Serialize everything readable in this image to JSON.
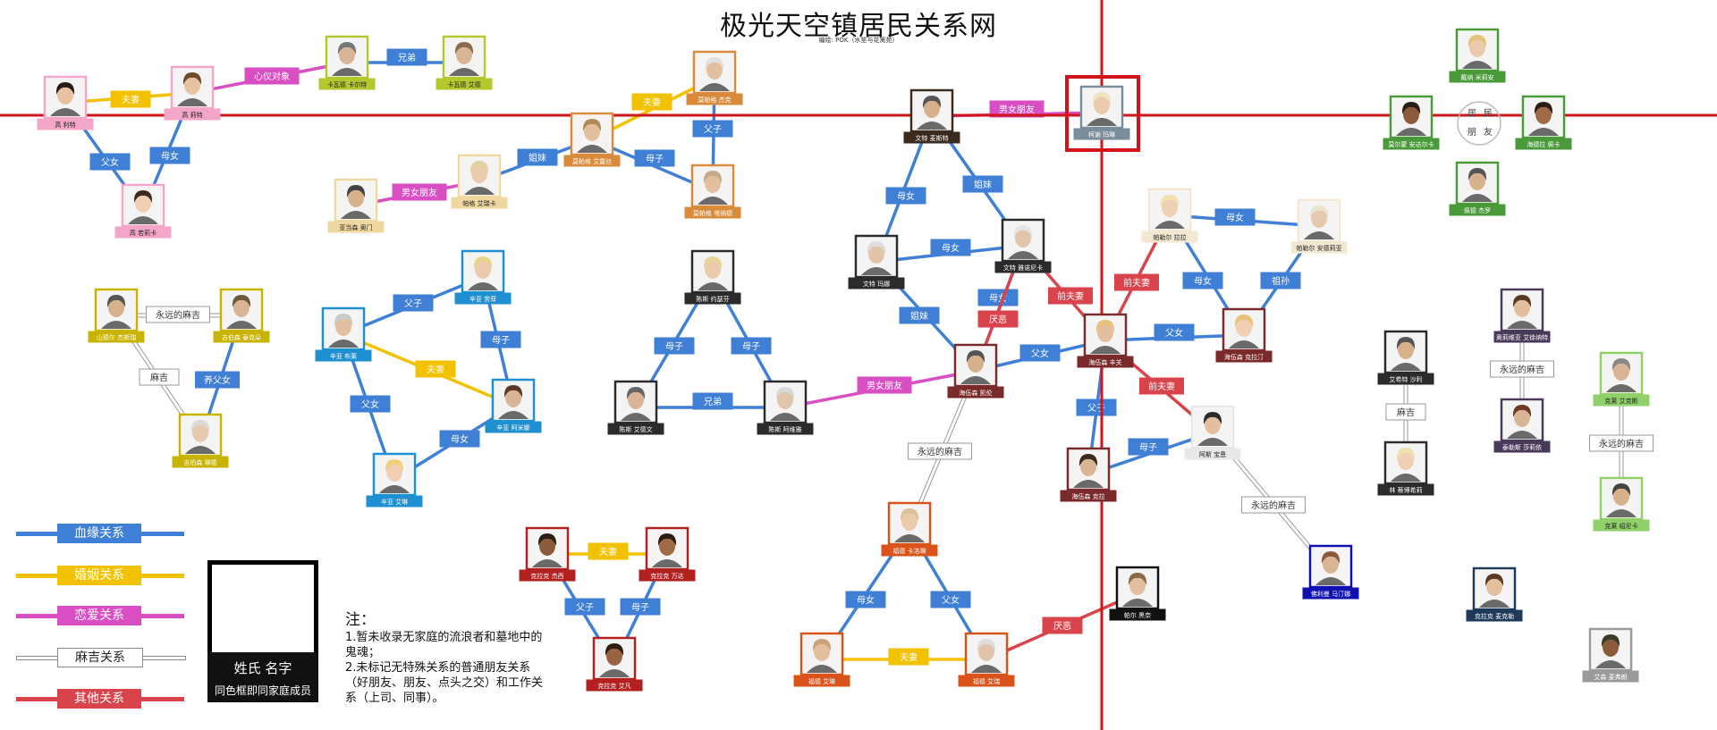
{
  "title": "极光天空镇居民关系网",
  "subtitle": "编绘: POK（水笙与花篱苑）",
  "colors": {
    "blood": "#3f7fd6",
    "marriage": "#f2c200",
    "romance": "#d94fc3",
    "friend": "#ffffff",
    "other": "#d9434b",
    "highlight": "#d0141a"
  },
  "legend": [
    {
      "key": "blood",
      "label": "血缘关系"
    },
    {
      "key": "marriage",
      "label": "婚姻关系"
    },
    {
      "key": "romance",
      "label": "恋爱关系"
    },
    {
      "key": "friend",
      "label": "麻吉关系"
    },
    {
      "key": "other",
      "label": "其他关系"
    }
  ],
  "name_box": {
    "line1": "姓氏 名字",
    "line2": "同色框即同家庭成员"
  },
  "notes": {
    "header": "注：",
    "line1": "1.暂未收录无家庭的流浪者和墓地中的鬼魂；",
    "line2": "2.未标记无特殊关系的普通朋友关系（好朋友、朋友、点头之交）和工作关系（上司、同事）。"
  },
  "friend_ring": {
    "tl": "居",
    "tr": "民",
    "bl": "朋",
    "br": "友"
  },
  "nodes": [
    {
      "id": "p1",
      "name": "高 利特",
      "family": "#f4a6c8",
      "hair": "#2a1d18",
      "skin": "#e8c2a0"
    },
    {
      "id": "p2",
      "name": "高 莉特",
      "family": "#f4a6c8",
      "hair": "#6b4a2e",
      "skin": "#e8c2a0"
    },
    {
      "id": "p3",
      "name": "高 若莉卡",
      "family": "#f4a6c8",
      "hair": "#3b2a1e",
      "skin": "#f0cfb2"
    },
    {
      "id": "p4",
      "name": "卡瓦德 卡尔特",
      "family": "#b4c82e",
      "hair": "#777777",
      "skin": "#d9b596"
    },
    {
      "id": "p5",
      "name": "卡瓦德 艾德",
      "family": "#b4c82e",
      "hair": "#8a6a4a",
      "skin": "#d9b596"
    },
    {
      "id": "p6",
      "name": "亚当森 奥门",
      "family": "#efd7a0",
      "hair": "#444444",
      "skin": "#d7b08c"
    },
    {
      "id": "p7",
      "name": "帕格 艾瑞卡",
      "family": "#efd7a0",
      "hair": "#e2d3a3",
      "skin": "#eccbad"
    },
    {
      "id": "p8",
      "name": "莫帕格 艾露丝",
      "family": "#d98a3a",
      "hair": "#b08a5a",
      "skin": "#e3bfa0"
    },
    {
      "id": "p9",
      "name": "莫帕格 杰克",
      "family": "#d98a3a",
      "hair": "#e0e0e0",
      "skin": "#e3bfa0"
    },
    {
      "id": "p10",
      "name": "莫帕格 塔纳德",
      "family": "#d98a3a",
      "hair": "#c7a989",
      "skin": "#e3bfa0"
    },
    {
      "id": "p11",
      "name": "文特 麦斯特",
      "family": "#3b2a1e",
      "hair": "#555555",
      "skin": "#d7b08c"
    },
    {
      "id": "p12",
      "name": "柯谢 玛琳",
      "family": "#7a8d9a",
      "hair": "#efe3c0",
      "skin": "#eccbad"
    },
    {
      "id": "p13",
      "name": "文特 玛娜",
      "family": "#2b2b2b",
      "hair": "#dddddd",
      "skin": "#e2c4ab"
    },
    {
      "id": "p14",
      "name": "文特 雅诺尼卡",
      "family": "#2b2b2b",
      "hair": "#e6e6e6",
      "skin": "#e2c4ab"
    },
    {
      "id": "p15",
      "name": "海伍森 凯伦",
      "family": "#7a2a2a",
      "hair": "#555555",
      "skin": "#d7b08c"
    },
    {
      "id": "p16",
      "name": "海伍森 丰关",
      "family": "#7a2a2a",
      "hair": "#e8c27a",
      "skin": "#e3bfa0"
    },
    {
      "id": "p17",
      "name": "海伍森 克拉",
      "family": "#7a2a2a",
      "hair": "#3b2a1e",
      "skin": "#d9b596"
    },
    {
      "id": "p18",
      "name": "海伍森 克拉汀",
      "family": "#7a2a2a",
      "hair": "#e8c27a",
      "skin": "#f0cfb2"
    },
    {
      "id": "p19",
      "name": "帕勒尔 拉拉",
      "family": "#f2e8d2",
      "hair": "#f1e0b0",
      "skin": "#f0d0b4"
    },
    {
      "id": "p20",
      "name": "帕勒尔 安德莉亚",
      "family": "#f2e8d2",
      "hair": "#e9e2cc",
      "skin": "#e6c8ae"
    },
    {
      "id": "p21",
      "name": "阿斯 宝恩",
      "family": "#e8e8e8",
      "hair": "#2b2b2b",
      "skin": "#e3bfa0"
    },
    {
      "id": "p22",
      "name": "陈斯 约瑟芬",
      "family": "#2b2b2b",
      "hair": "#e8d39a",
      "skin": "#eccbad"
    },
    {
      "id": "p23",
      "name": "陈斯 艾德文",
      "family": "#2b2b2b",
      "hair": "#666666",
      "skin": "#d9b596"
    },
    {
      "id": "p24",
      "name": "陈斯 阿维雅",
      "family": "#2b2b2b",
      "hair": "#d8d8d8",
      "skin": "#e2c4ab"
    },
    {
      "id": "p25",
      "name": "辛亚 劳菲",
      "family": "#1e8fd0",
      "hair": "#e6d48a",
      "skin": "#eccbad"
    },
    {
      "id": "p26",
      "name": "辛亚 布莱",
      "family": "#1e8fd0",
      "hair": "#c9c9c9",
      "skin": "#e3bfa0"
    },
    {
      "id": "p27",
      "name": "辛亚 阿米娜",
      "family": "#1e8fd0",
      "hair": "#5a3a26",
      "skin": "#d9b596"
    },
    {
      "id": "p28",
      "name": "辛亚 艾琳",
      "family": "#1e8fd0",
      "hair": "#f0d27a",
      "skin": "#f0cfb2"
    },
    {
      "id": "p29",
      "name": "山德尔 杰斯瑞",
      "family": "#c8b400",
      "hair": "#555555",
      "skin": "#d7b08c"
    },
    {
      "id": "p30",
      "name": "吉伯森 泰克朵",
      "family": "#c8b400",
      "hair": "#6b5a3a",
      "skin": "#d9b596"
    },
    {
      "id": "p31",
      "name": "吉伯森 琳德",
      "family": "#c8b400",
      "hair": "#d9d9d9",
      "skin": "#e6c8ae"
    },
    {
      "id": "p32",
      "name": "克拉克 杰西",
      "family": "#b32020",
      "hair": "#2b1d14",
      "skin": "#8a5a3a"
    },
    {
      "id": "p33",
      "name": "克拉克 万达",
      "family": "#b32020",
      "hair": "#2b1d14",
      "skin": "#a06a46"
    },
    {
      "id": "p34",
      "name": "克拉克 艾凡",
      "family": "#b32020",
      "hair": "#2b1d14",
      "skin": "#9a6442"
    },
    {
      "id": "p35",
      "name": "福德 卡洛琳",
      "family": "#d9531a",
      "hair": "#d9c29a",
      "skin": "#eccbad"
    },
    {
      "id": "p36",
      "name": "福德 艾琳",
      "family": "#d9531a",
      "hair": "#c9a27a",
      "skin": "#e3bfa0"
    },
    {
      "id": "p37",
      "name": "福德 艾瑞",
      "family": "#d9531a",
      "hair": "#dddddd",
      "skin": "#e2c4ab"
    },
    {
      "id": "p38",
      "name": "帕尔 黑奈",
      "family": "#111111",
      "hair": "#8a6a4a",
      "skin": "#e3bfa0"
    },
    {
      "id": "p39",
      "name": "佛利曼 马汀娜",
      "family": "#1010b0",
      "hair": "#8a5a3a",
      "skin": "#d9b596"
    },
    {
      "id": "p40",
      "name": "戴纳 米莉安",
      "family": "#4a9a3a",
      "hair": "#e6c27a",
      "skin": "#eccbad"
    },
    {
      "id": "p41",
      "name": "莫尔蒙 安达尔卡",
      "family": "#4a9a3a",
      "hair": "#2b1d14",
      "skin": "#8a5a3a"
    },
    {
      "id": "p42",
      "name": "海德拉 佩卡",
      "family": "#4a9a3a",
      "hair": "#2b1d14",
      "skin": "#a06a46"
    },
    {
      "id": "p43",
      "name": "佩德 杰罗",
      "family": "#4a9a3a",
      "hair": "#555555",
      "skin": "#d7b08c"
    },
    {
      "id": "p44",
      "name": "奥莉维亚 艾徐纳特",
      "family": "#4a3a5a",
      "hair": "#5a3a26",
      "skin": "#e3bfa0"
    },
    {
      "id": "p45",
      "name": "泰勒斯 莎莉依",
      "family": "#4a3a5a",
      "hair": "#6b3a26",
      "skin": "#d9b596"
    },
    {
      "id": "p46",
      "name": "艾希特 沙利",
      "family": "#2b2b2b",
      "hair": "#555555",
      "skin": "#d7b08c"
    },
    {
      "id": "p47",
      "name": "林 蔡博希莉",
      "family": "#2b2b2b",
      "hair": "#f0e0b0",
      "skin": "#f0d0b4"
    },
    {
      "id": "p48",
      "name": "克莱 艾克斯",
      "family": "#8fd06a",
      "hair": "#888888",
      "skin": "#d9b596"
    },
    {
      "id": "p49",
      "name": "克莱 绍尼卡",
      "family": "#8fd06a",
      "hair": "#444444",
      "skin": "#d7b08c"
    },
    {
      "id": "p50",
      "name": "克拉克 麦克勒",
      "family": "#1e3a5a",
      "hair": "#5a3a26",
      "skin": "#e3bfa0"
    },
    {
      "id": "p51",
      "name": "艾森 麦弗朗",
      "family": "#9a9a9a",
      "hair": "#3a3a2a",
      "skin": "#8a5a3a"
    }
  ],
  "edges": [
    {
      "a": "p1",
      "b": "p2",
      "type": "marriage",
      "label": "夫妻"
    },
    {
      "a": "p2",
      "b": "p4",
      "type": "romance",
      "label": "心仪对象"
    },
    {
      "a": "p4",
      "b": "p5",
      "type": "blood",
      "label": "兄弟"
    },
    {
      "a": "p1",
      "b": "p3",
      "type": "blood",
      "label": "父女"
    },
    {
      "a": "p2",
      "b": "p3",
      "type": "blood",
      "label": "母女"
    },
    {
      "a": "p6",
      "b": "p7",
      "type": "romance",
      "label": "男女朋友"
    },
    {
      "a": "p7",
      "b": "p8",
      "type": "blood",
      "label": "姐妹"
    },
    {
      "a": "p8",
      "b": "p9",
      "type": "marriage",
      "label": "夫妻"
    },
    {
      "a": "p9",
      "b": "p10",
      "type": "blood",
      "label": "父子"
    },
    {
      "a": "p8",
      "b": "p10",
      "type": "blood",
      "label": "母子"
    },
    {
      "a": "p11",
      "b": "p12",
      "type": "romance",
      "label": "男女朋友"
    },
    {
      "a": "p11",
      "b": "p13",
      "type": "blood",
      "label": "母女"
    },
    {
      "a": "p11",
      "b": "p14",
      "type": "blood",
      "label": "姐妹"
    },
    {
      "a": "p13",
      "b": "p14",
      "type": "blood",
      "label": "母女"
    },
    {
      "a": "p13",
      "b": "p15",
      "type": "blood",
      "label": "姐妹"
    },
    {
      "a": "p14",
      "b": "p15",
      "type": "blood",
      "label": "母女"
    },
    {
      "a": "p14",
      "b": "p15",
      "type": "other",
      "label": "厌恶"
    },
    {
      "a": "p14",
      "b": "p16",
      "type": "other",
      "label": "前夫妻"
    },
    {
      "a": "p15",
      "b": "p16",
      "type": "blood",
      "label": "父女"
    },
    {
      "a": "p19",
      "b": "p16",
      "type": "other",
      "label": "前夫妻"
    },
    {
      "a": "p19",
      "b": "p20",
      "type": "blood",
      "label": "母女"
    },
    {
      "a": "p19",
      "b": "p18",
      "type": "blood",
      "label": "母女"
    },
    {
      "a": "p20",
      "b": "p18",
      "type": "blood",
      "label": "祖孙"
    },
    {
      "a": "p16",
      "b": "p18",
      "type": "blood",
      "label": "父女"
    },
    {
      "a": "p16",
      "b": "p21",
      "type": "other",
      "label": "前夫妻"
    },
    {
      "a": "p16",
      "b": "p17",
      "type": "blood",
      "label": "父子"
    },
    {
      "a": "p21",
      "b": "p17",
      "type": "blood",
      "label": "母子"
    },
    {
      "a": "p15",
      "b": "p35",
      "type": "friend",
      "label": "永远的麻吉"
    },
    {
      "a": "p21",
      "b": "p39",
      "type": "friend",
      "label": "永远的麻吉"
    },
    {
      "a": "p22",
      "b": "p23",
      "type": "blood",
      "label": "母子"
    },
    {
      "a": "p22",
      "b": "p24",
      "type": "blood",
      "label": "母子"
    },
    {
      "a": "p23",
      "b": "p24",
      "type": "blood",
      "label": "兄弟"
    },
    {
      "a": "p24",
      "b": "p15",
      "type": "romance",
      "label": "男女朋友"
    },
    {
      "a": "p26",
      "b": "p25",
      "type": "blood",
      "label": "父子"
    },
    {
      "a": "p25",
      "b": "p27",
      "type": "blood",
      "label": "母子"
    },
    {
      "a": "p26",
      "b": "p27",
      "type": "marriage",
      "label": "夫妻"
    },
    {
      "a": "p26",
      "b": "p28",
      "type": "blood",
      "label": "父女"
    },
    {
      "a": "p27",
      "b": "p28",
      "type": "blood",
      "label": "母女"
    },
    {
      "a": "p29",
      "b": "p30",
      "type": "friend",
      "label": "永远的麻吉"
    },
    {
      "a": "p29",
      "b": "p31",
      "type": "friend",
      "label": "麻吉"
    },
    {
      "a": "p30",
      "b": "p31",
      "type": "blood",
      "label": "养父女"
    },
    {
      "a": "p32",
      "b": "p33",
      "type": "marriage",
      "label": "夫妻"
    },
    {
      "a": "p32",
      "b": "p34",
      "type": "blood",
      "label": "父子"
    },
    {
      "a": "p33",
      "b": "p34",
      "type": "blood",
      "label": "母子"
    },
    {
      "a": "p35",
      "b": "p36",
      "type": "blood",
      "label": "母女"
    },
    {
      "a": "p35",
      "b": "p37",
      "type": "blood",
      "label": "父女"
    },
    {
      "a": "p36",
      "b": "p37",
      "type": "marriage",
      "label": "夫妻"
    },
    {
      "a": "p37",
      "b": "p38",
      "type": "other",
      "label": "厌恶"
    },
    {
      "a": "p44",
      "b": "p45",
      "type": "friend",
      "label": "永远的麻吉"
    },
    {
      "a": "p46",
      "b": "p47",
      "type": "friend",
      "label": "麻吉"
    },
    {
      "a": "p48",
      "b": "p49",
      "type": "friend",
      "label": "永远的麻吉"
    }
  ]
}
